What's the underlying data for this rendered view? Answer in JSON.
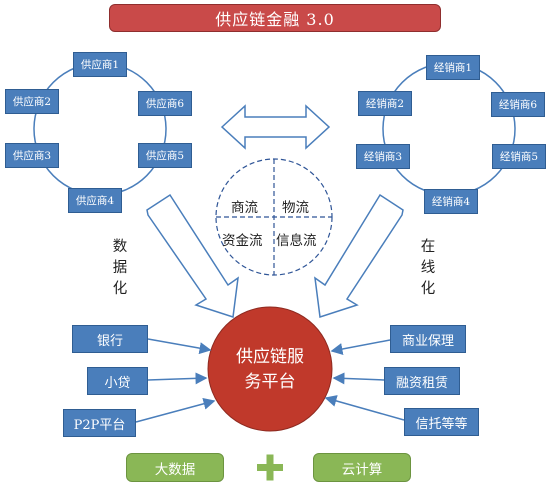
{
  "title": "供应链金融 3.0",
  "suppliers": [
    "供应商1",
    "供应商2",
    "供应商3",
    "供应商4",
    "供应商5",
    "供应商6"
  ],
  "distributors": [
    "经销商1",
    "经销商2",
    "经销商3",
    "经销商4",
    "经销商5",
    "经销商6"
  ],
  "flows": {
    "top_left": "商流",
    "top_right": "物流",
    "bottom_left": "资金流",
    "bottom_right": "信息流"
  },
  "left_process": [
    "数",
    "据",
    "化"
  ],
  "right_process": [
    "在",
    "线",
    "化"
  ],
  "center": {
    "line1": "供应链服",
    "line2": "务平台"
  },
  "left_partners": [
    "银行",
    "小贷",
    "P2P平台"
  ],
  "right_partners": [
    "商业保理",
    "融资租赁",
    "信托等等"
  ],
  "bottom": {
    "left": "大数据",
    "plus": "+",
    "right": "云计算"
  },
  "colors": {
    "title_red": "#c94a49",
    "node_blue": "#4a7ebb",
    "hub_red": "#c0392b",
    "green": "#8ab756",
    "dash_blue": "#2f5597"
  }
}
